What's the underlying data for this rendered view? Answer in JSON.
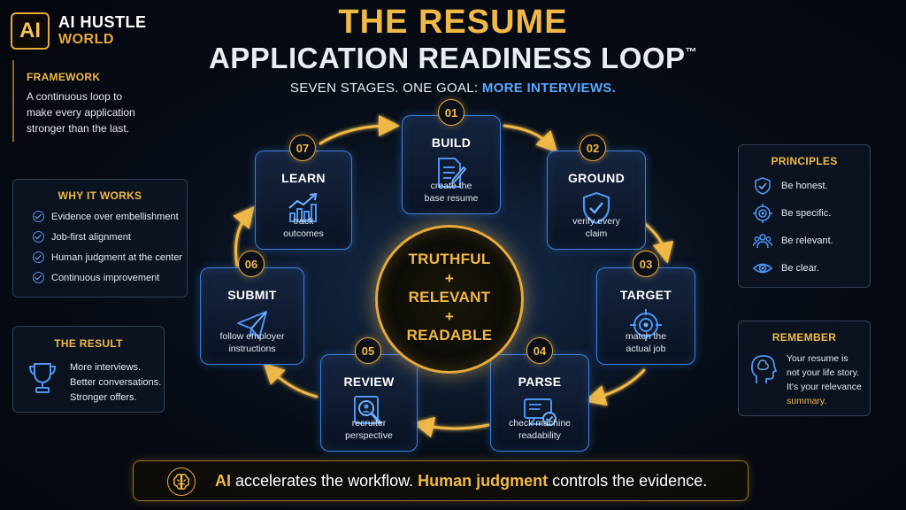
{
  "brand": {
    "badge": "AI",
    "line1": "AI HUSTLE",
    "line2": "WORLD"
  },
  "title": {
    "line1": "THE RESUME",
    "line2": "APPLICATION READINESS LOOP",
    "trademark": "™",
    "subtitle_prefix": "SEVEN STAGES. ONE GOAL: ",
    "subtitle_highlight": "MORE INTERVIEWS."
  },
  "framework": {
    "heading": "FRAMEWORK",
    "text": "A continuous loop to make every application stronger than the last."
  },
  "why_it_works": {
    "heading": "WHY IT WORKS",
    "items": [
      "Evidence over embellishment",
      "Job-first alignment",
      "Human judgment at the center",
      "Continuous improvement"
    ]
  },
  "result": {
    "heading": "THE RESULT",
    "lines": [
      "More interviews.",
      "Better conversations.",
      "Stronger offers."
    ]
  },
  "principles": {
    "heading": "PRINCIPLES",
    "items": [
      {
        "icon": "shield-check-icon",
        "label": "Be honest."
      },
      {
        "icon": "target-icon",
        "label": "Be specific."
      },
      {
        "icon": "people-icon",
        "label": "Be relevant."
      },
      {
        "icon": "eye-icon",
        "label": "Be clear."
      }
    ]
  },
  "remember": {
    "heading": "REMEMBER",
    "line1": "Your resume is",
    "line2": "not your life story.",
    "line3": "It's your relevance",
    "line4": "summary."
  },
  "stages": [
    {
      "number": "01",
      "title": "BUILD",
      "desc1": "create the",
      "desc2": "base resume",
      "icon": "document-pen-icon"
    },
    {
      "number": "02",
      "title": "GROUND",
      "desc1": "verify every",
      "desc2": "claim",
      "icon": "shield-check-icon"
    },
    {
      "number": "03",
      "title": "TARGET",
      "desc1": "match the",
      "desc2": "actual job",
      "icon": "crosshair-icon"
    },
    {
      "number": "04",
      "title": "PARSE",
      "desc1": "check machine",
      "desc2": "readability",
      "icon": "monitor-check-icon"
    },
    {
      "number": "05",
      "title": "REVIEW",
      "desc1": "recruiter",
      "desc2": "perspective",
      "icon": "person-magnifier-icon"
    },
    {
      "number": "06",
      "title": "SUBMIT",
      "desc1": "follow employer",
      "desc2": "instructions",
      "icon": "paper-plane-icon"
    },
    {
      "number": "07",
      "title": "LEARN",
      "desc1": "track",
      "desc2": "outcomes",
      "icon": "growth-chart-icon"
    }
  ],
  "core": {
    "line1": "TRUTHFUL",
    "plus1": "+",
    "line2": "RELEVANT",
    "plus2": "+",
    "line3": "READABLE"
  },
  "footer": {
    "icon": "brain-icon",
    "part1": "AI",
    "part2": " accelerates the workflow. ",
    "part3": "Human judgment",
    "part4": " controls the evidence."
  },
  "colors": {
    "gold": "#f0b947",
    "blue": "#3d7fd9",
    "accent_blue": "#5aa8ff",
    "background": "#060b14"
  }
}
